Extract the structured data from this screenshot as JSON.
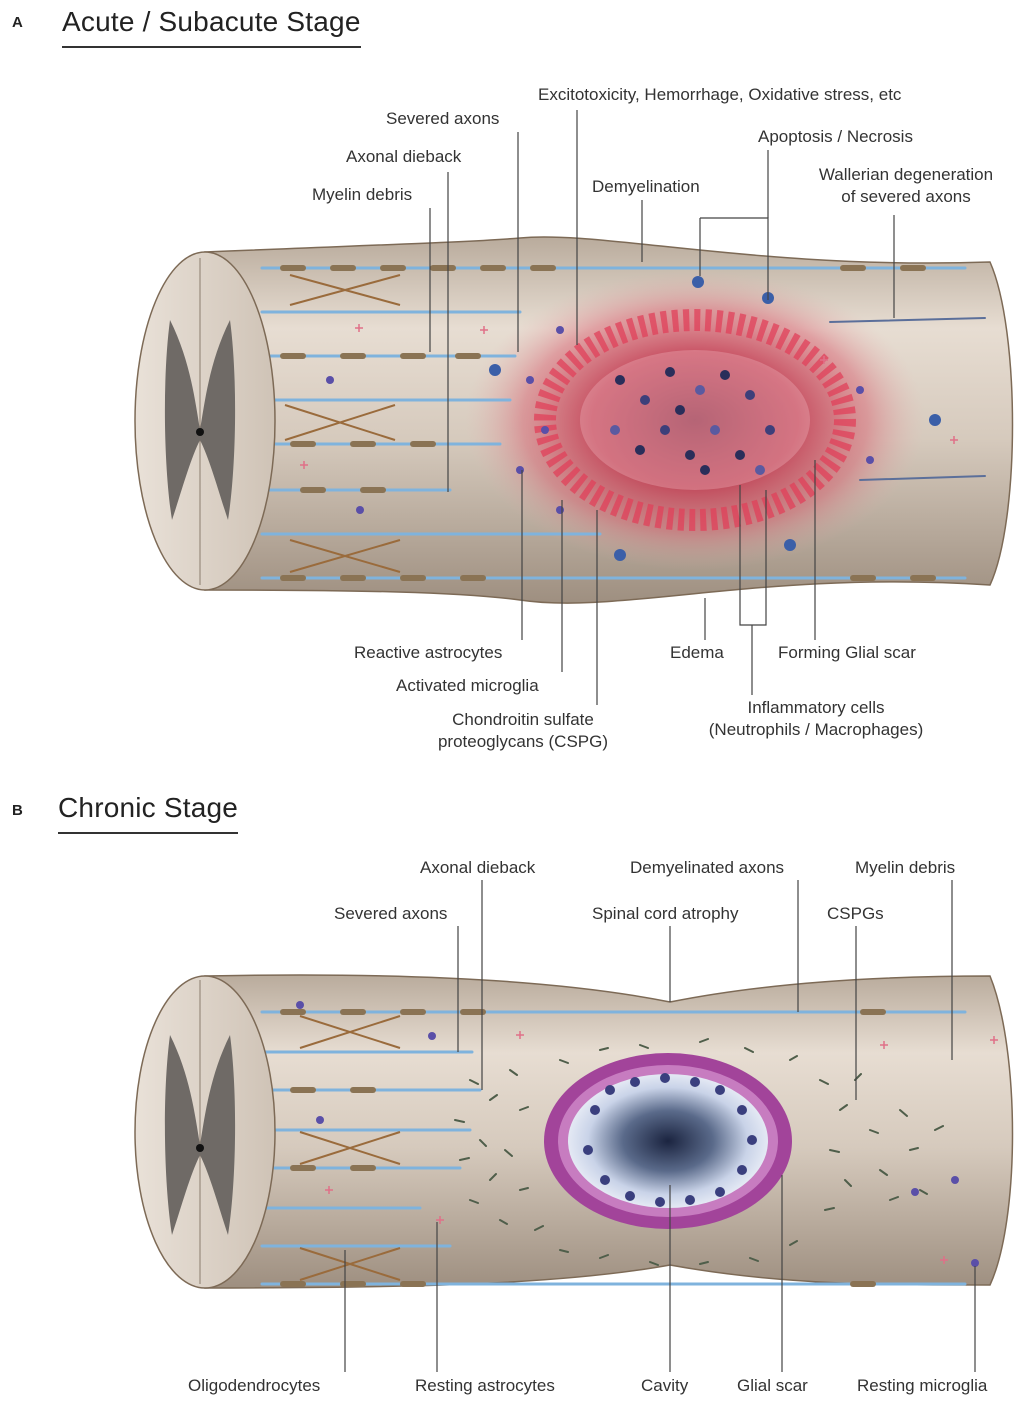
{
  "panel_a": {
    "letter": "A",
    "title": "Acute / Subacute Stage",
    "labels": {
      "excitotoxicity": "Excitotoxicity, Hemorrhage, Oxidative stress, etc",
      "severed_axons": "Severed axons",
      "apoptosis": "Apoptosis / Necrosis",
      "axonal_dieback": "Axonal dieback",
      "wallerian_1": "Wallerian degeneration",
      "wallerian_2": "of severed axons",
      "demyelination": "Demyelination",
      "myelin_debris": "Myelin debris",
      "reactive_astrocytes": "Reactive astrocytes",
      "edema": "Edema",
      "forming_glial_scar": "Forming Glial scar",
      "activated_microglia": "Activated microglia",
      "inflammatory_1": "Inflammatory cells",
      "inflammatory_2": "(Neutrophils / Macrophages)",
      "cspg_1": "Chondroitin sulfate",
      "cspg_2": "proteoglycans (CSPG)"
    }
  },
  "panel_b": {
    "letter": "B",
    "title": "Chronic Stage",
    "labels": {
      "axonal_dieback": "Axonal dieback",
      "demyelinated_axons": "Demyelinated axons",
      "myelin_debris": "Myelin debris",
      "severed_axons": "Severed axons",
      "spinal_cord_atrophy": "Spinal cord atrophy",
      "cspgs": "CSPGs",
      "oligodendrocytes": "Oligodendrocytes",
      "resting_astrocytes": "Resting astrocytes",
      "cavity": "Cavity",
      "glial_scar": "Glial scar",
      "resting_microglia": "Resting microglia"
    }
  },
  "colors": {
    "cord_fill": "#d9cec2",
    "grey_matter": "#6f6a66",
    "axon": "#7fb3dd",
    "myelin": "#8a7354",
    "lesion_red": "#d8304a",
    "scar_purple": "#a2449a",
    "cavity_dark": "#1d2a45"
  }
}
